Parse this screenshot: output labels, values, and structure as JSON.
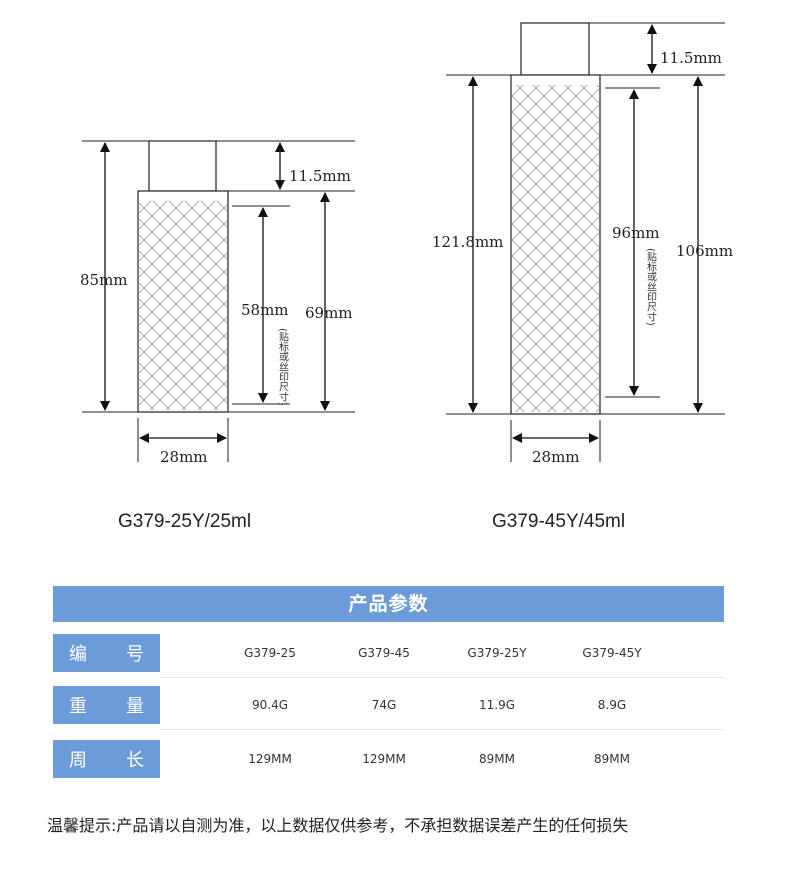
{
  "left_product": {
    "model": "G379-25Y/25ml",
    "dims": {
      "total_height": "85mm",
      "cap_height": "11.5mm",
      "label_height": "58mm",
      "body_height": "69mm",
      "width": "28mm"
    },
    "note": "(贴标或丝印尺寸)"
  },
  "right_product": {
    "model": "G379-45Y/45ml",
    "dims": {
      "total_height": "121.8mm",
      "cap_height": "11.5mm",
      "label_height": "96mm",
      "body_height": "106mm",
      "width": "28mm"
    },
    "note": "(贴标或丝印尺寸)"
  },
  "table": {
    "title": "产品参数",
    "rows": [
      {
        "label": [
          "编",
          "号"
        ],
        "values": [
          "G379-25",
          "G379-45",
          "G379-25Y",
          "G379-45Y"
        ]
      },
      {
        "label": [
          "重",
          "量"
        ],
        "values": [
          "90.4G",
          "74G",
          "11.9G",
          "8.9G"
        ]
      },
      {
        "label": [
          "周",
          "长"
        ],
        "values": [
          "129MM",
          "129MM",
          "89MM",
          "89MM"
        ]
      }
    ]
  },
  "footer": "温馨提示:产品请以自测为准，以上数据仅供参考，不承担数据误差产生的任何损失",
  "colors": {
    "accent": "#6b9bd8"
  }
}
